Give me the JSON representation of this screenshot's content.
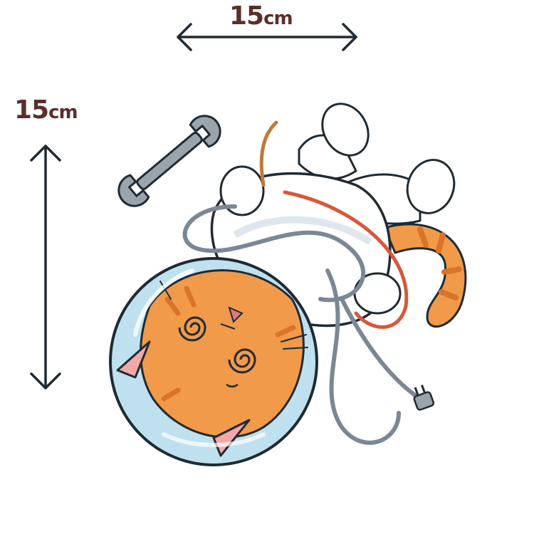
{
  "dimensions": {
    "width": {
      "value": "15",
      "unit": "cm"
    },
    "height": {
      "value": "15",
      "unit": "cm"
    }
  },
  "illustration": {
    "subject": "cat-astronaut-sticker",
    "icons": [
      "wrench-icon",
      "helmet-icon",
      "cable-plug-icon",
      "spiral-eyes-icon"
    ]
  },
  "colors": {
    "label": "#5a2f2a",
    "outline": "#1f2a33",
    "fur": "#f09a4a",
    "fur_stripe": "#d9742a",
    "suit": "#ffffff",
    "suit_shade": "#dfe6ee",
    "visor": "#bfe1ef",
    "wire_red": "#d9573a",
    "wire_gray": "#7b8794",
    "wrench": "#9aa4ad"
  }
}
